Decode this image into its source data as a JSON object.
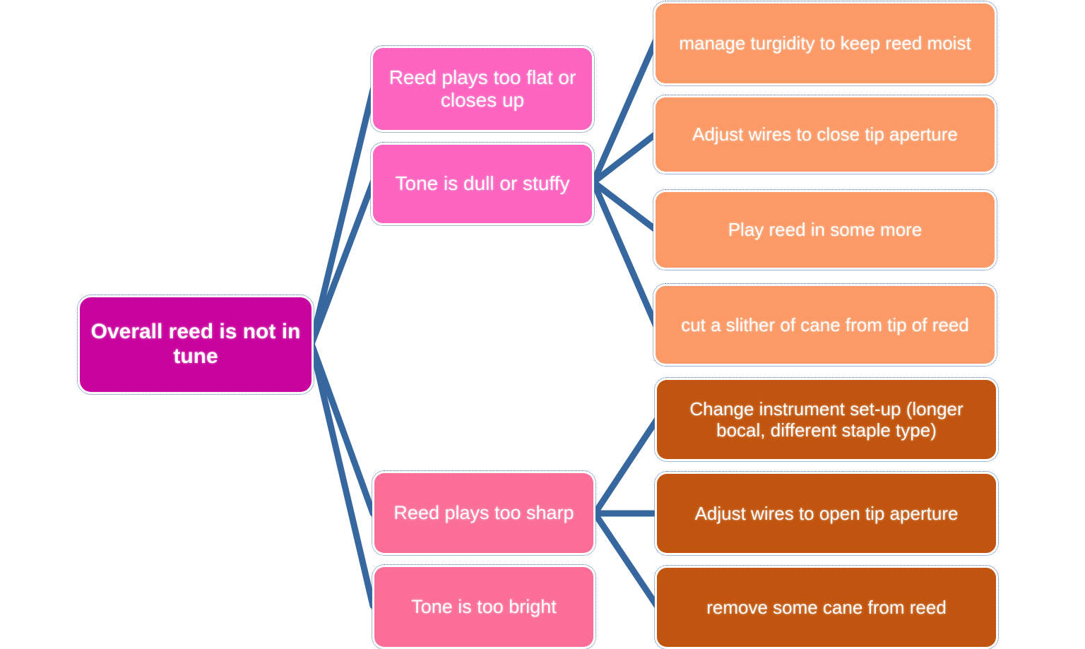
{
  "diagram": {
    "title": "Overall reed is not in tune troubleshooting tree",
    "type": "tree-diagram",
    "colors": {
      "root": "#c9049e",
      "branch_pink_upper": "#fc64c0",
      "branch_pink_lower": "#fb6e98",
      "leaf_orange": "#fb9a67",
      "leaf_brown": "#c1550f",
      "connector": "#36679e",
      "text": "#ffffff",
      "background": "#ffffff"
    },
    "root": {
      "id": "root",
      "label": "Overall reed is not in tune"
    },
    "branches": [
      {
        "id": "branch-reed-plays-too-flat",
        "label": "Reed plays too flat or closes up"
      },
      {
        "id": "branch-tone-is-dull-or-stuffy",
        "label": "Tone is dull or stuffy"
      },
      {
        "id": "branch-reed-plays-too-sharp",
        "label": "Reed plays too sharp"
      },
      {
        "id": "branch-tone-is-too-bright",
        "label": "Tone is too bright"
      }
    ],
    "leaves": [
      {
        "id": "leaf-manage-turgidity",
        "label": "manage turgidity to keep reed moist",
        "group": "orange"
      },
      {
        "id": "leaf-adjust-wires-close",
        "label": "Adjust wires to close tip aperture",
        "group": "orange"
      },
      {
        "id": "leaf-play-reed-in-some-more",
        "label": "Play reed in some more",
        "group": "orange"
      },
      {
        "id": "leaf-cut-a-slither-of-cane",
        "label": "cut a slither of cane from tip of reed",
        "group": "orange"
      },
      {
        "id": "leaf-change-instrument-set-up",
        "label": "Change instrument set-up (longer bocal, different staple type)",
        "group": "brown"
      },
      {
        "id": "leaf-adjust-wires-open",
        "label": "Adjust wires to open tip aperture",
        "group": "brown"
      },
      {
        "id": "leaf-remove-some-cane",
        "label": "remove some cane from reed",
        "group": "brown"
      }
    ]
  }
}
